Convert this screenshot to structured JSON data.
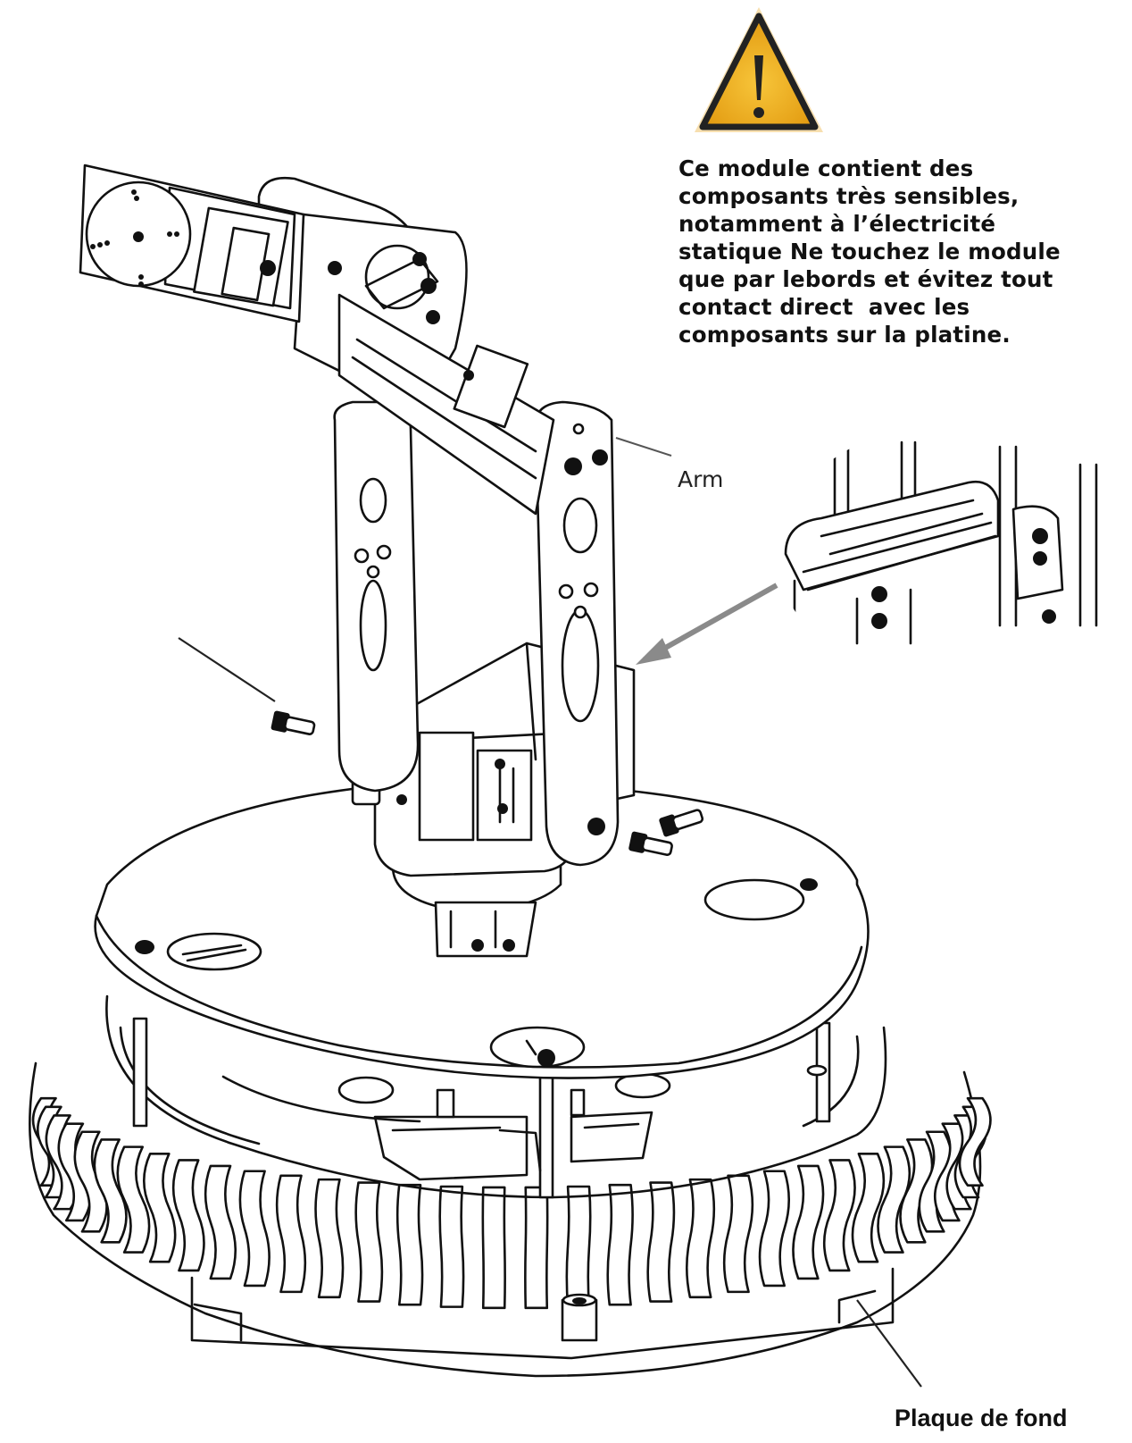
{
  "warning": {
    "lines": [
      "Ce module contient des",
      "composants très sensibles,",
      "notamment à l’électricité",
      "statique Ne touchez le module",
      "que par lebords et évitez tout",
      "contact direct  avec les",
      "composants sur la platine."
    ],
    "icon": "warning-triangle-icon",
    "icon_color": "#f2b01e"
  },
  "labels": {
    "arm": "Arm",
    "base_plate": "Plaque de fond"
  },
  "colors": {
    "line": "#111111",
    "callout_arrow": "#8a8a8a"
  }
}
